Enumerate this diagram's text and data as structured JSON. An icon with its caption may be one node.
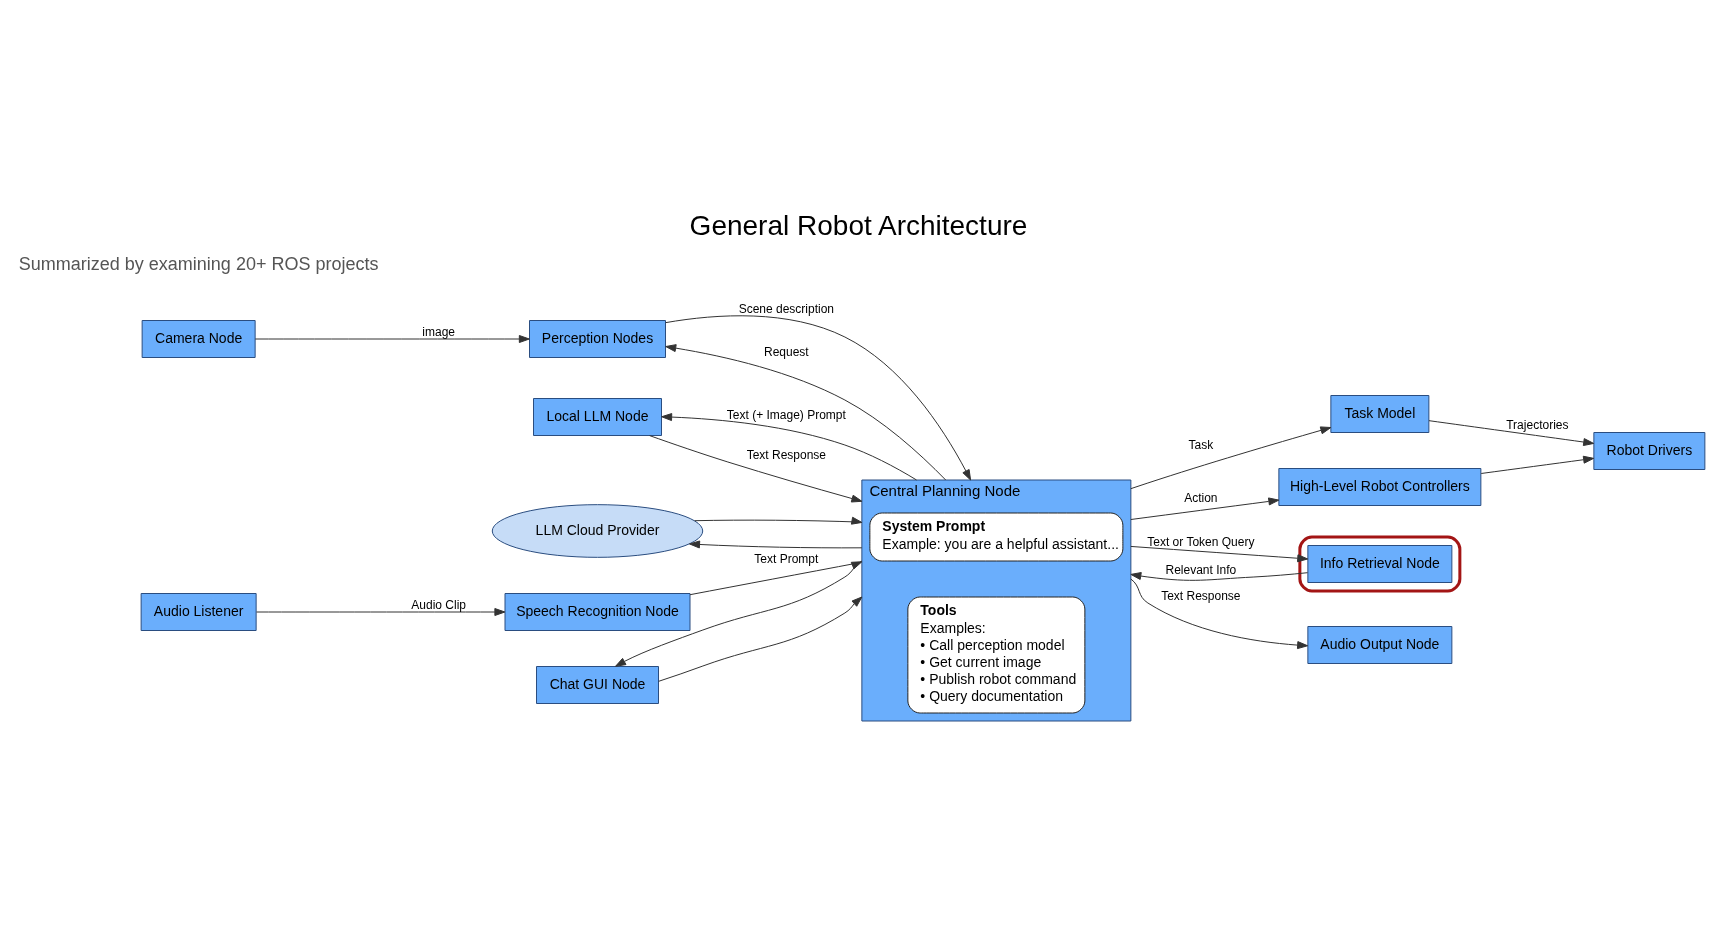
{
  "diagram": {
    "title": "General Robot Architecture",
    "nodes": [
      {
        "text": [
          "Camera Node"
        ]
      },
      {
        "text": [
          "Perception Nodes"
        ]
      },
      {
        "text": [
          "Local LLM Node"
        ]
      },
      {
        "text": [
          "LLM Cloud Provider"
        ]
      },
      {
        "text": [
          "Central Planning Node"
        ]
      },
      {
        "text": [
          "System Prompt",
          "Example: you are a helpful assistant..."
        ],
        "in": 4
      },
      {
        "text": [
          "Tools",
          "Examples:",
          "• Call perception model",
          "• Get current image",
          "• Publish robot command",
          "• Query documentation"
        ],
        "in": 4
      },
      {
        "text": [
          "Task Model"
        ]
      },
      {
        "text": [
          "Audio Listener"
        ]
      },
      {
        "text": [
          "Speech Recognition Node"
        ]
      },
      {
        "text": [
          "Robot Drivers"
        ]
      },
      {
        "text": [
          "High-Level Robot Controllers"
        ]
      },
      {
        "text": [
          "Chat GUI Node"
        ]
      },
      {
        "text": [],
        "shape": "box"
      },
      {
        "text": [
          "Info Retrieval Node"
        ],
        "in": 13
      },
      {
        "text": [
          "Audio Output Node"
        ]
      }
    ],
    "edges": [
      {
        "from": 0,
        "to": 1,
        "arrow": "to",
        "label": "image"
      },
      {
        "from": 1,
        "to": 4,
        "arrow": "to",
        "label": "Scene description"
      },
      {
        "from": 4,
        "to": 1,
        "arrow": "to",
        "label": "Request"
      },
      {
        "from": 4,
        "to": 2,
        "arrow": "to",
        "label": "Text (+ Image) Prompt"
      },
      {
        "from": 4,
        "to": 3,
        "arrow": "to"
      },
      {
        "from": 2,
        "to": 4,
        "arrow": "to",
        "label": "Text Response"
      },
      {
        "from": 3,
        "to": 4,
        "arrow": "to"
      },
      {
        "from": 4,
        "to": 7,
        "arrow": "to",
        "label": "Task"
      },
      {
        "from": 4,
        "to": 11,
        "arrow": "to",
        "label": "Action"
      },
      {
        "from": 8,
        "to": 9,
        "arrow": "to",
        "label": "Audio Clip"
      },
      {
        "from": 9,
        "to": 4,
        "arrow": "to",
        "label": "Text Prompt"
      },
      {
        "from": 12,
        "to": 4,
        "arrow": "to"
      },
      {
        "from": 7,
        "to": 10,
        "arrow": "to",
        "label": "Trajectories"
      },
      {
        "from": 11,
        "to": 10,
        "arrow": "to"
      },
      {
        "from": 4,
        "to": 14,
        "arrow": "to",
        "label": "Text or Token Query"
      },
      {
        "from": 14,
        "to": 4,
        "arrow": "to",
        "label": "Relevant Info"
      },
      {
        "from": 4,
        "to": 15,
        "arrow": "to",
        "label": "Text Response"
      },
      {
        "from": 4,
        "to": 12,
        "arrow": "to"
      }
    ],
    "labels": [
      "Summarized by examining 20+ ROS projects"
    ]
  }
}
